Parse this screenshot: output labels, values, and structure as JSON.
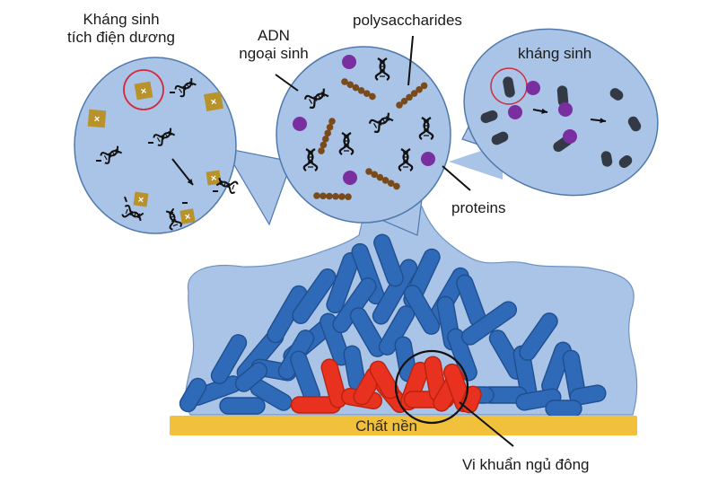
{
  "labels": {
    "positive_antibiotic_line1": "Kháng sinh",
    "positive_antibiotic_line2": "tích điện dương",
    "edna_line1": "ADN",
    "edna_line2": "ngoại sinh",
    "polysaccharides": "polysaccharides",
    "antibiotic": "kháng sinh",
    "proteins": "proteins",
    "substrate": "Chất nền",
    "dormant_bacteria": "Vi khuẩn ngủ đông"
  },
  "colors": {
    "matrix": "#a9c4e6",
    "matrix_stroke": "#4f79ad",
    "bacteria_blue": "#2f6ab8",
    "bacteria_blue_stroke": "#1f4f8f",
    "bacteria_red": "#e8321f",
    "bacteria_red_stroke": "#b8230f",
    "substrate": "#f2c13c",
    "antibiotic_square": "#b8922a",
    "protein": "#7a2fa0",
    "polysaccharide": "#7a4a1a",
    "antibiotic_rod": "#333a45",
    "highlight_circle": "#d22b3b"
  }
}
